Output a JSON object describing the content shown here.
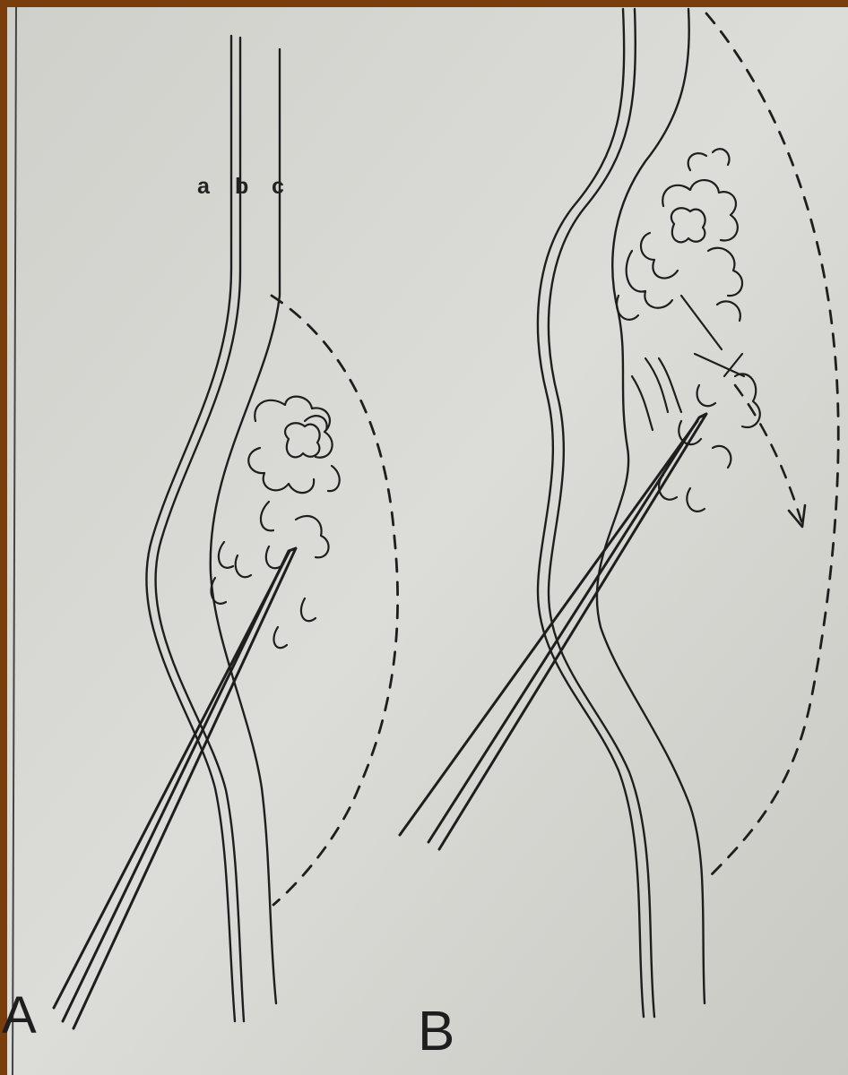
{
  "figure": {
    "panel_a_label": "A",
    "panel_b_label": "B",
    "layer_labels": [
      "a",
      "b",
      "c"
    ]
  },
  "colors": {
    "frame": "#7a3d0c",
    "paper": "#d9d9d4",
    "ink": "#1e1e1e"
  }
}
